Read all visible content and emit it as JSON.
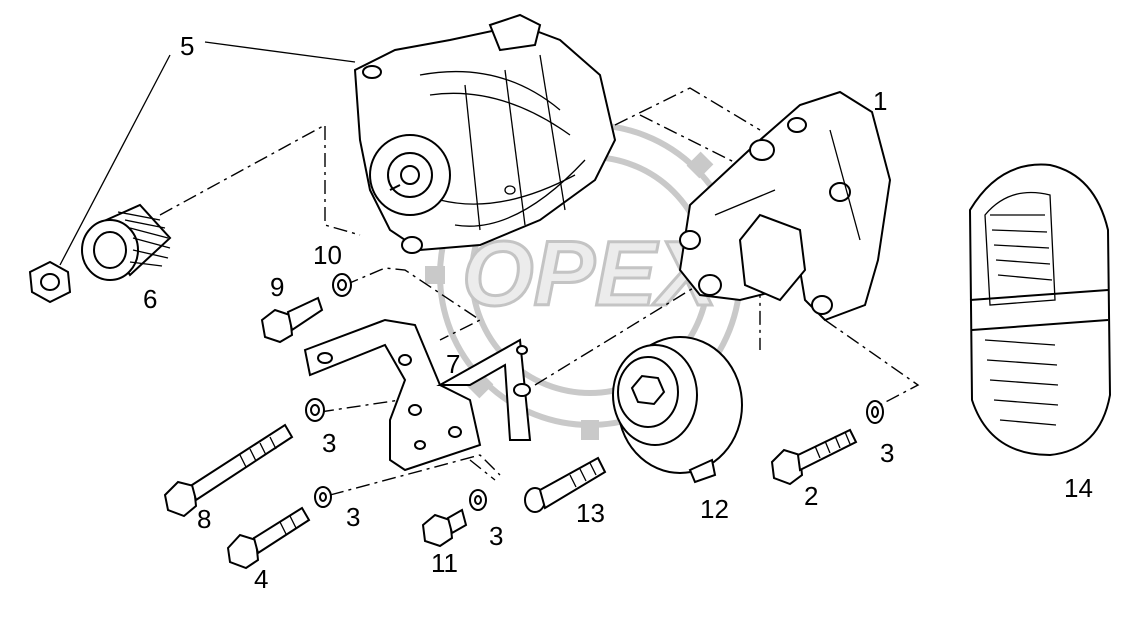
{
  "watermark": {
    "text": "OPEX"
  },
  "callouts": {
    "c1": "1",
    "c2": "2",
    "c3a": "3",
    "c3b": "3",
    "c3c": "3",
    "c3d": "3",
    "c4": "4",
    "c5": "5",
    "c6": "6",
    "c7": "7",
    "c8": "8",
    "c9": "9",
    "c10": "10",
    "c11": "11",
    "c12": "12",
    "c13": "13",
    "c14": "14"
  }
}
